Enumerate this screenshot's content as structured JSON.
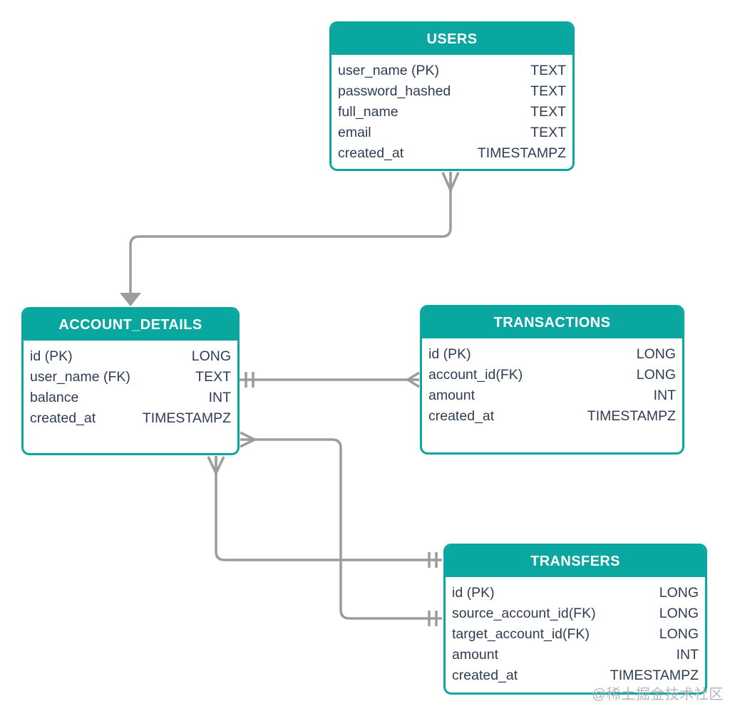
{
  "diagram": {
    "kind": "entity-relationship-diagram",
    "colors": {
      "accent": "#0aa6a0",
      "connector": "#9c9c9c",
      "field_text": "#2e3d54",
      "header_text": "#ffffff",
      "background": "#ffffff"
    },
    "entities": [
      {
        "name": "USERS",
        "fields": [
          {
            "name": "user_name (PK)",
            "type": "TEXT"
          },
          {
            "name": "password_hashed",
            "type": "TEXT"
          },
          {
            "name": "full_name",
            "type": "TEXT"
          },
          {
            "name": "email",
            "type": "TEXT"
          },
          {
            "name": "created_at",
            "type": "TIMESTAMPZ"
          }
        ]
      },
      {
        "name": "ACCOUNT_DETAILS",
        "fields": [
          {
            "name": "id (PK)",
            "type": "LONG"
          },
          {
            "name": "user_name (FK)",
            "type": "TEXT"
          },
          {
            "name": "balance",
            "type": "INT"
          },
          {
            "name": "created_at",
            "type": "TIMESTAMPZ"
          }
        ]
      },
      {
        "name": "TRANSACTIONS",
        "fields": [
          {
            "name": "id (PK)",
            "type": "LONG"
          },
          {
            "name": "account_id(FK)",
            "type": "LONG"
          },
          {
            "name": "amount",
            "type": "INT"
          },
          {
            "name": "created_at",
            "type": "TIMESTAMPZ"
          }
        ]
      },
      {
        "name": "TRANSFERS",
        "fields": [
          {
            "name": "id (PK)",
            "type": "LONG"
          },
          {
            "name": "source_account_id(FK)",
            "type": "LONG"
          },
          {
            "name": "target_account_id(FK)",
            "type": "LONG"
          },
          {
            "name": "amount",
            "type": "INT"
          },
          {
            "name": "created_at",
            "type": "TIMESTAMPZ"
          }
        ]
      }
    ],
    "relationships": [
      {
        "from": "USERS",
        "to": "ACCOUNT_DETAILS",
        "from_marker": "crow-foot-many",
        "to_marker": "filled-arrow"
      },
      {
        "from": "ACCOUNT_DETAILS",
        "to": "TRANSACTIONS",
        "from_marker": "one-double-tick",
        "to_marker": "crow-foot-many",
        "from_field": "user_name (FK)",
        "to_field": "account_id(FK)"
      },
      {
        "from": "ACCOUNT_DETAILS",
        "to": "TRANSFERS",
        "from_marker": "crow-foot-many",
        "to_marker": "one-double-tick",
        "to_field": "source_account_id(FK)"
      },
      {
        "from": "ACCOUNT_DETAILS",
        "to": "TRANSFERS",
        "from_marker": "crow-foot-many",
        "to_marker": "one-double-tick"
      }
    ],
    "watermark": "@稀土掘金技术社区"
  }
}
